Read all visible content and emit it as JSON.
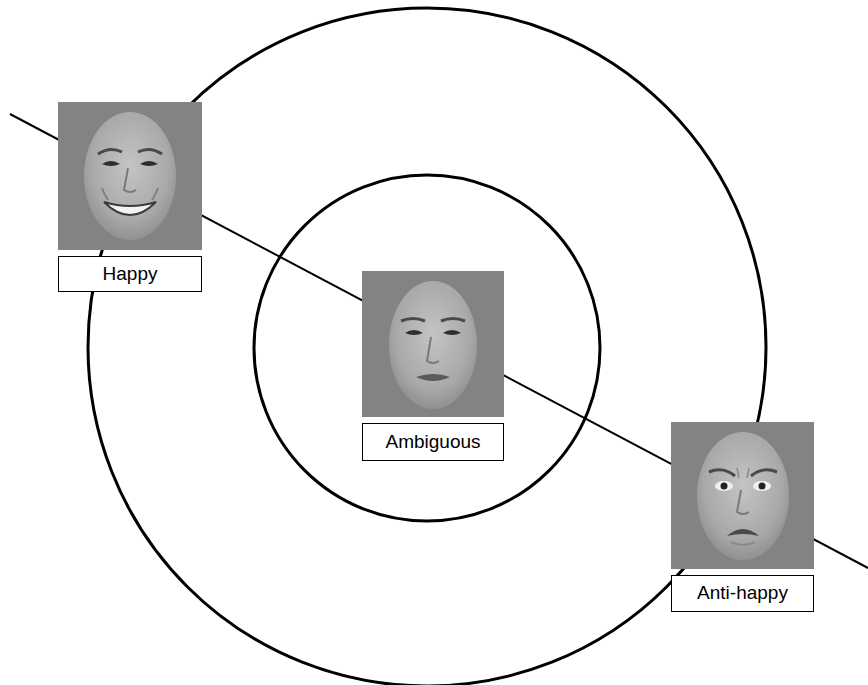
{
  "diagram": {
    "nodes": [
      {
        "text": [
          "Happy"
        ]
      },
      {
        "text": [
          "Ambiguous"
        ]
      },
      {
        "text": [
          "Anti-happy"
        ]
      }
    ]
  }
}
